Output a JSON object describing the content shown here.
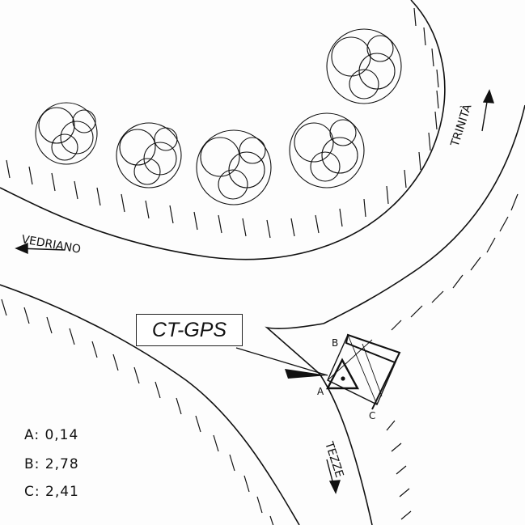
{
  "place_labels": {
    "vedriano": "VEDRIANO",
    "trinita": "TRINITÀ",
    "tezze": "TEZZE"
  },
  "station": {
    "name": "CT-GPS",
    "point_a": "A",
    "point_b": "B",
    "point_c": "C"
  },
  "measurements": [
    {
      "label": "A: 0,14"
    },
    {
      "label": "B: 2,78"
    },
    {
      "label": "C: 2,41"
    }
  ],
  "icons": {
    "station_marker": "triangle-dot-icon",
    "direction_arrow": "arrow-icon",
    "tree": "tree-icon"
  },
  "colors": {
    "ink": "#111111",
    "paper": "#fdfdfd"
  }
}
